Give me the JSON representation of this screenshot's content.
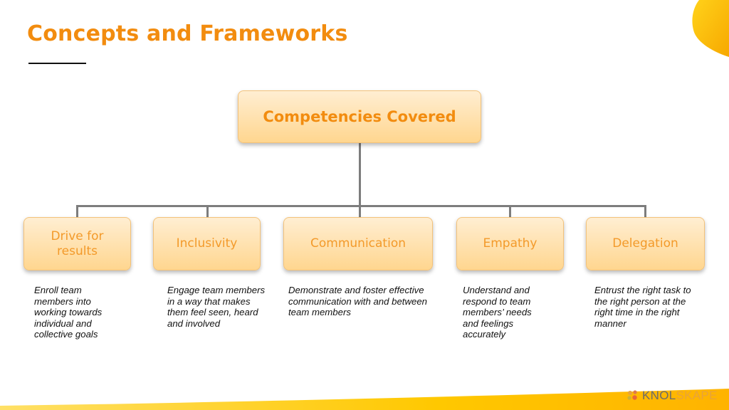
{
  "slide": {
    "title": "Concepts and Frameworks"
  },
  "diagram": {
    "root": "Competencies Covered",
    "children": [
      {
        "label": "Drive for results",
        "description": "Enroll team members into working towards individual and collective goals"
      },
      {
        "label": "Inclusivity",
        "description": "Engage team members in a way that makes them feel seen, heard and involved"
      },
      {
        "label": "Communication",
        "description": "Demonstrate and foster effective communication with and between team members"
      },
      {
        "label": "Empathy",
        "description": "Understand and respond to team members’ needs and feelings accurately"
      },
      {
        "label": "Delegation",
        "description": "Entrust the right task to the right person at the right time in the right manner"
      }
    ]
  },
  "logo": {
    "part1": "KNOL",
    "part2": "SKAPE",
    "colors": {
      "knol": "#6b6b6b",
      "skape": "#e8a33a"
    }
  },
  "colors": {
    "accent": "#f28c0f",
    "box_top": "#ffeed2",
    "box_bottom": "#ffd68f",
    "footer_yellow": "#ffcc00"
  }
}
